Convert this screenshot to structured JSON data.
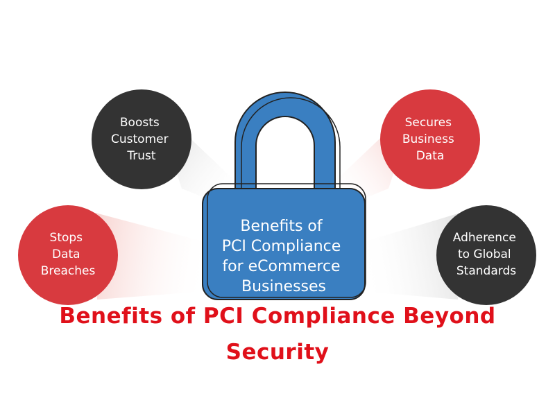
{
  "colors": {
    "lock_blue": "#3a7fc1",
    "outline": "#222222",
    "bubble_dark": "#333333",
    "bubble_red": "#d83a3f",
    "heading_red": "#e0101a",
    "glow_dark": "#d8d8d8",
    "glow_red": "#f6c8c4"
  },
  "lock": {
    "icon": "padlock-icon",
    "lines": [
      "Benefits of",
      "PCI Compliance",
      "for eCommerce",
      "Businesses"
    ]
  },
  "bubbles": [
    {
      "id": "boosts-customer-trust",
      "lines": [
        "Boosts",
        "Customer",
        "Trust"
      ],
      "color": "#333333"
    },
    {
      "id": "secures-business-data",
      "lines": [
        "Secures",
        "Business",
        "Data"
      ],
      "color": "#d83a3f"
    },
    {
      "id": "stops-data-breaches",
      "lines": [
        "Stops",
        "Data",
        "Breaches"
      ],
      "color": "#d83a3f"
    },
    {
      "id": "adherence-to-global-standards",
      "lines": [
        "Adherence",
        "to Global",
        "Standards"
      ],
      "color": "#333333"
    }
  ],
  "heading": {
    "line1": "Benefits of PCI Compliance Beyond",
    "line2": "Security"
  }
}
